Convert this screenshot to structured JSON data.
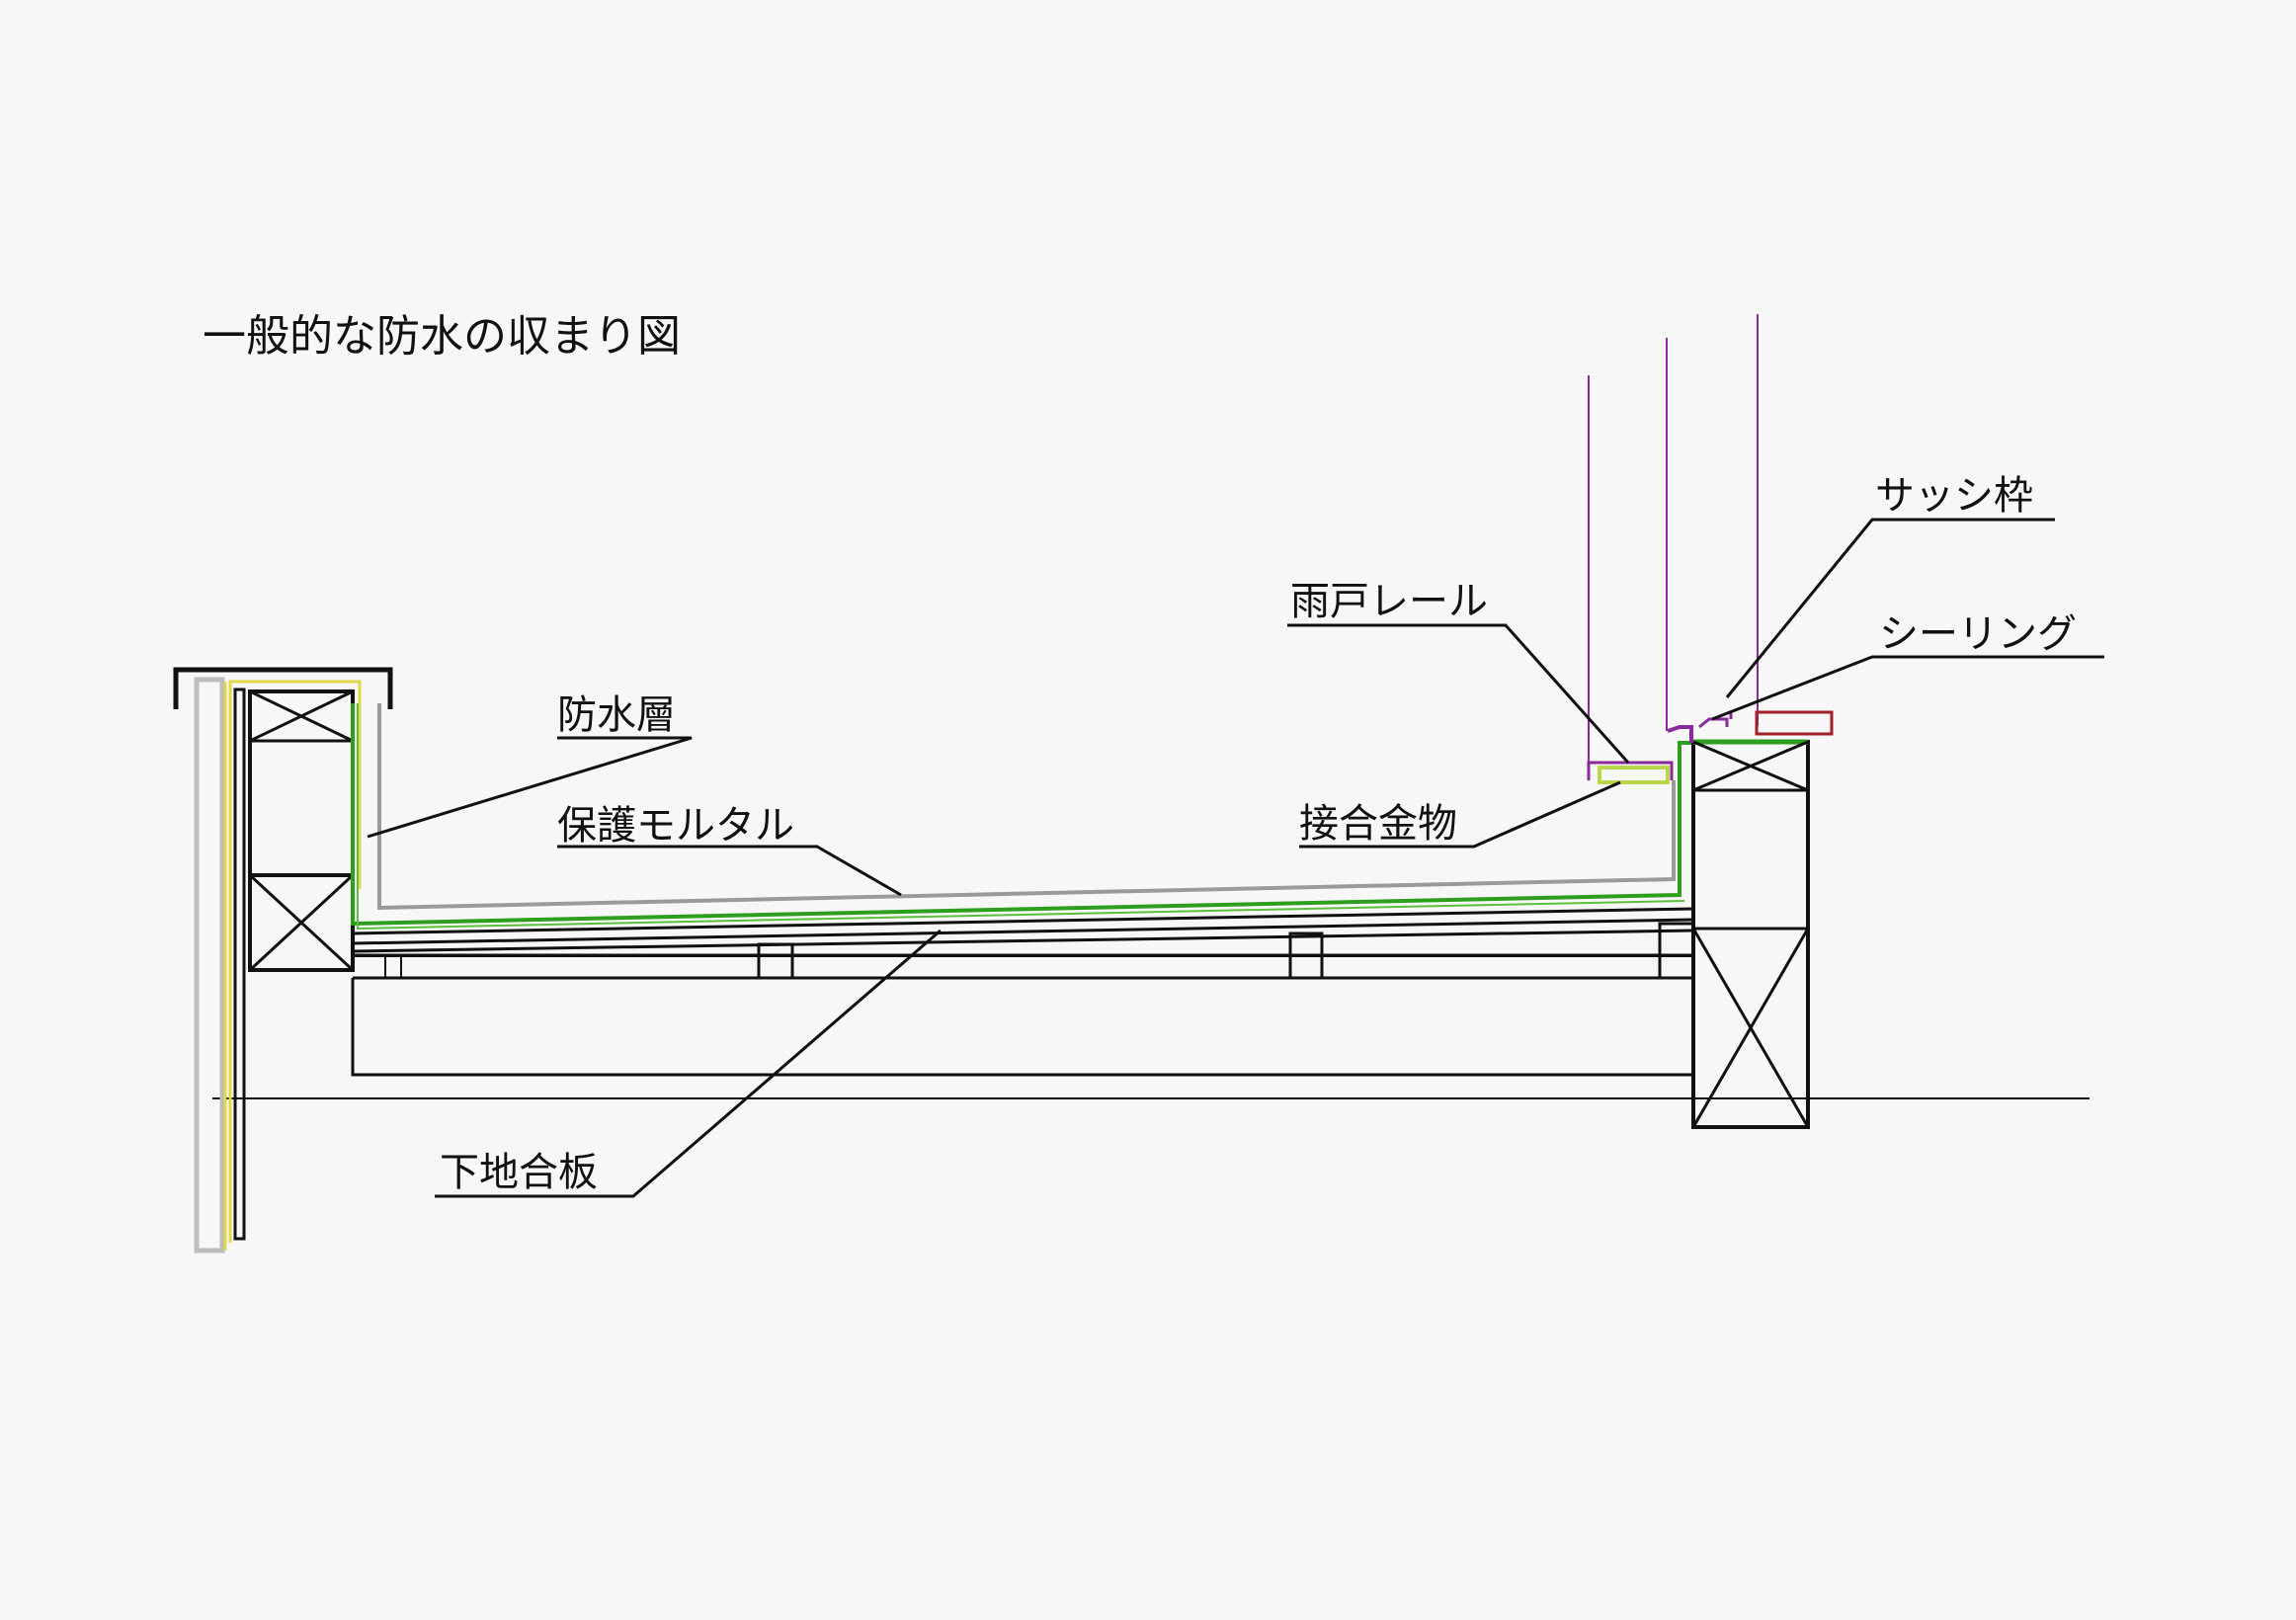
{
  "title": "一般的な防水の収まり図",
  "labels": {
    "waterproof_layer": "防水層",
    "protective_mortar": "保護モルタル",
    "base_plywood": "下地合板",
    "storm_door_rail": "雨戸レール",
    "joint_hardware": "接合金物",
    "sash_frame": "サッシ枠",
    "sealing": "シーリング"
  },
  "colors": {
    "line": "#111111",
    "waterproof_green": "#2e9e1f",
    "mortar_gray": "#9a9a9a",
    "sheet_yellow": "#e3d84a",
    "hardware_yellow_green": "#b8d84a",
    "sash_purple": "#8a2a9a",
    "sealing_red": "#a31f2a"
  }
}
